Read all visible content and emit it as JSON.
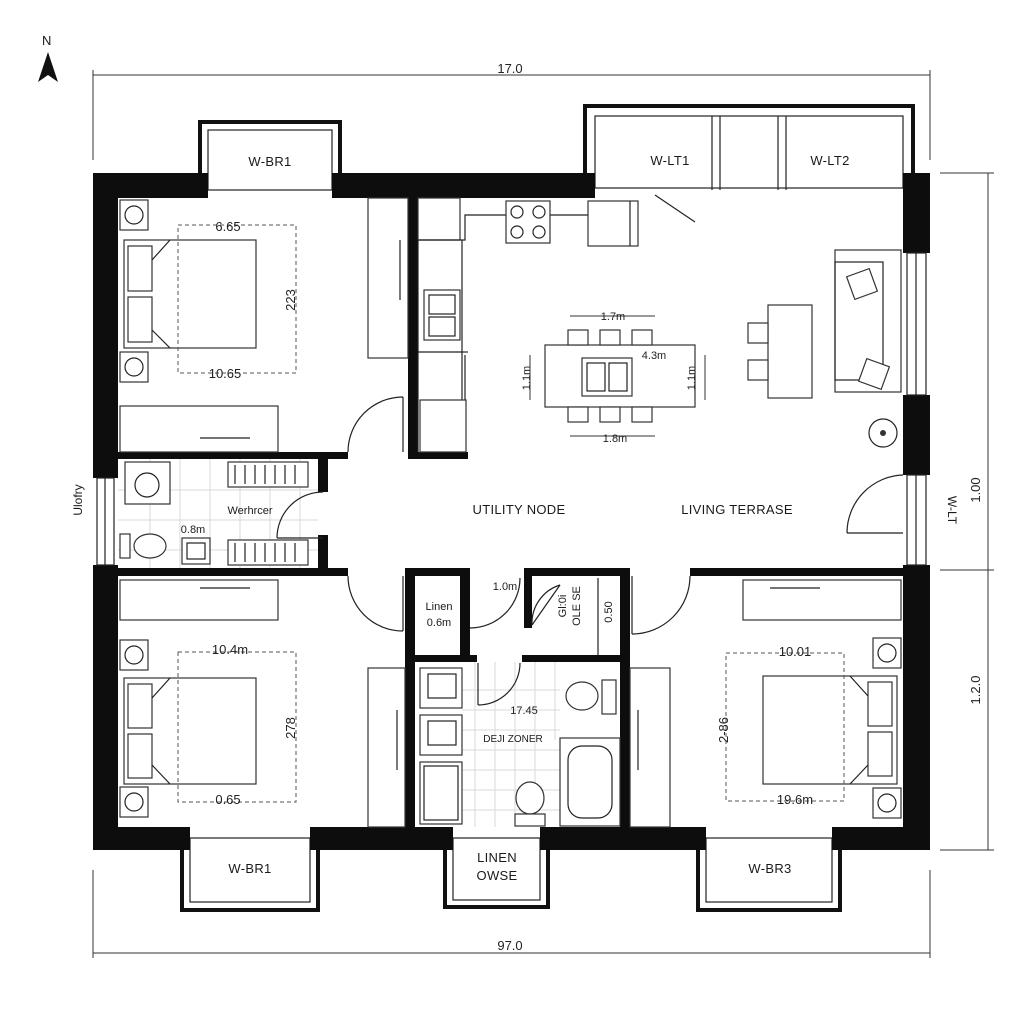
{
  "compass": {
    "label": "N"
  },
  "dimensions": {
    "top": "17.0",
    "bottom": "97.0",
    "right_upper": "1.00",
    "right_lower": "1.2.0"
  },
  "windows": {
    "top_left": "W-BR1",
    "top_lt1": "W-LT1",
    "top_lt2": "W-LT2",
    "bottom_left": "W-BR1",
    "bottom_right": "W-BR3",
    "bottom_linen_line1": "LINEN",
    "bottom_linen_line2": "OWSE",
    "left_side": "Ulofry",
    "right_side": "W-LT"
  },
  "rooms": {
    "utility_node": "UTILITY NODE",
    "living_terrace": "LIVING TERRASE",
    "washer": "Werhrcer",
    "washer_dim": "0.8m",
    "linen_line1": "Linen",
    "linen_line2": "0.6m",
    "hall_dim": "1.0m",
    "closet_line1": "Gl:0i",
    "closet_line2": "OLE SE",
    "closet_dim": "0.50",
    "bath_dim": "17.45",
    "bath_zone": "DEJI ZONER"
  },
  "bedroom_top_left": {
    "top": "6.65",
    "right": "223",
    "bottom": "10.65"
  },
  "bedroom_bottom_left": {
    "top": "10.4m",
    "right": "278",
    "bottom": "0.65"
  },
  "bedroom_bottom_right": {
    "top": "10.01",
    "left": "2-86",
    "bottom": "19.6m"
  },
  "dining": {
    "top": "1.7m",
    "top_right": "4.3m",
    "left": "1.1m",
    "right": "1.1m",
    "bottom": "1.8m"
  }
}
